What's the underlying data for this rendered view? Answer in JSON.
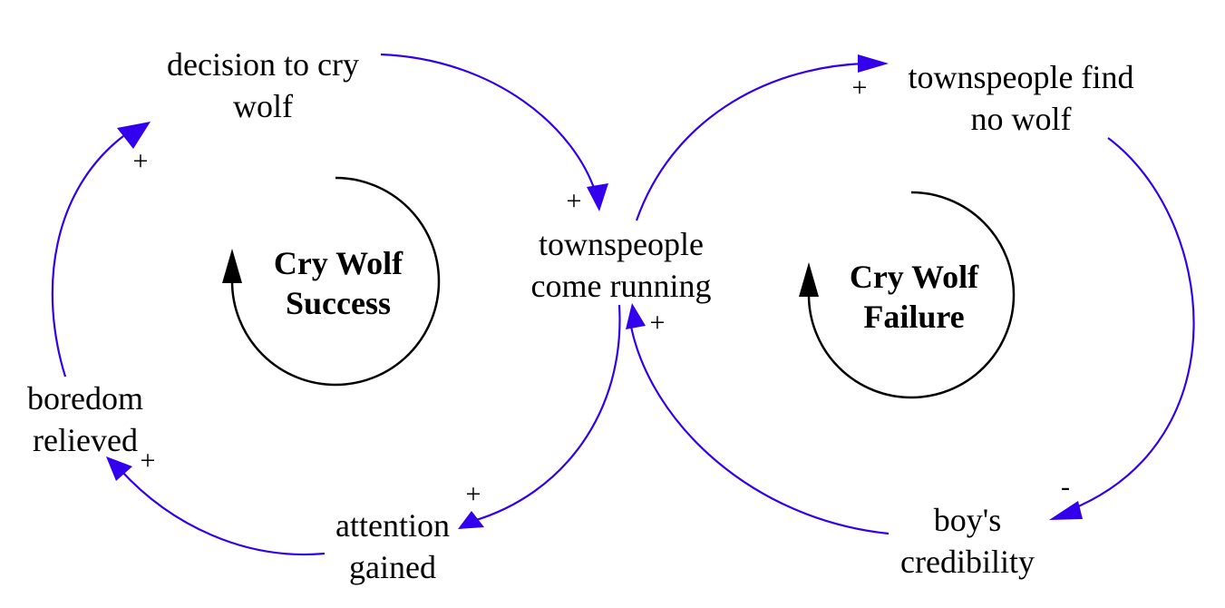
{
  "variables": {
    "decision": {
      "line1": "decision to cry",
      "line2": "wolf"
    },
    "running": {
      "line1": "townspeople",
      "line2": "come running"
    },
    "no_wolf": {
      "line1": "townspeople find",
      "line2": "no wolf"
    },
    "boredom": {
      "line1": "boredom",
      "line2": "relieved"
    },
    "attention": {
      "line1": "attention",
      "line2": "gained"
    },
    "credibility": {
      "line1": "boy's",
      "line2": "credibility"
    }
  },
  "loops": {
    "success": {
      "line1": "Cry Wolf",
      "line2": "Success"
    },
    "failure": {
      "line1": "Cry Wolf",
      "line2": "Failure"
    }
  },
  "polarities": {
    "boredom_to_decision": "+",
    "decision_to_running": "+",
    "running_to_no_wolf": "+",
    "credibility_to_running": "+",
    "running_to_attention": "+",
    "attention_to_boredom": "+",
    "no_wolf_to_credibility": "-"
  },
  "colors": {
    "link": "#3300ee",
    "loop_marker": "#000000",
    "text": "#000000"
  }
}
